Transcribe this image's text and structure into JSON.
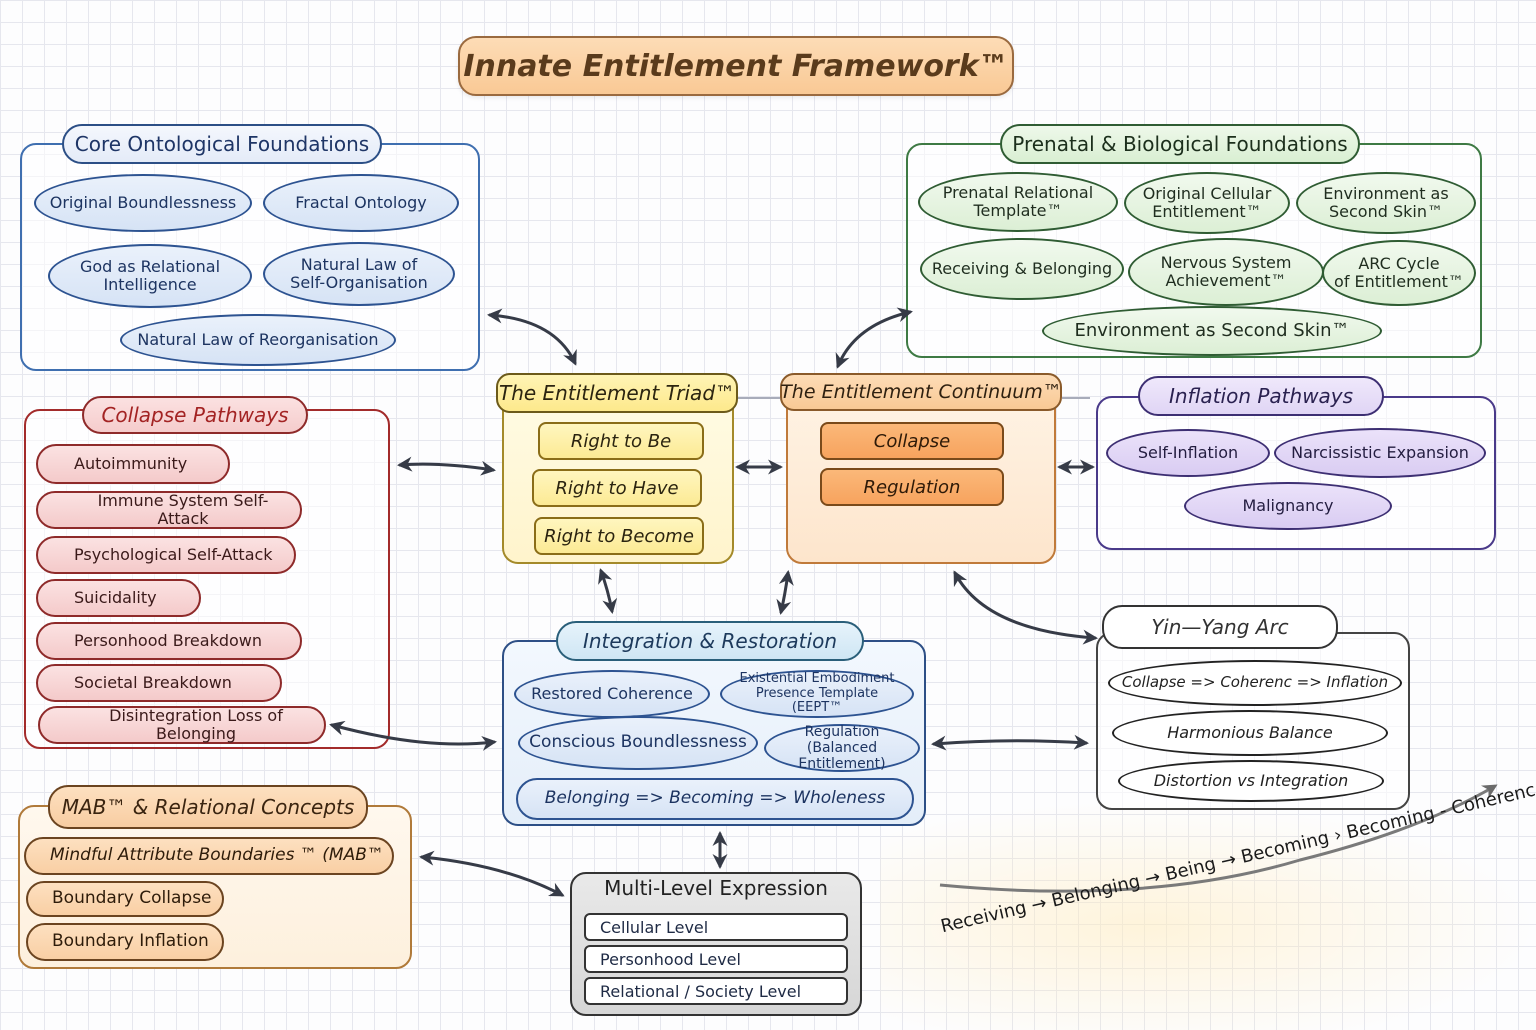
{
  "title": "Innate Entitlement Framework™",
  "core": {
    "header": "Core Ontological Foundations",
    "items": [
      "Original Boundlessness",
      "Fractal Ontology",
      "God as Relational\nIntelligence",
      "Natural Law of\nSelf-Organisation",
      "Natural Law of Reorganisation"
    ]
  },
  "prenatal": {
    "header": "Prenatal & Biological Foundations",
    "items": [
      "Prenatal Relational\nTemplate™",
      "Original Cellular\nEntitlement™",
      "Environment as\nSecond Skin™",
      "Receiving & Belonging",
      "Nervous System\nAchievement™",
      "ARC Cycle\nof Entitlement™",
      "Environment as Second Skin™"
    ]
  },
  "collapse": {
    "header": "Collapse Pathways",
    "items": [
      "Autoimmunity",
      "Immune System Self-Attack",
      "Psychological Self-Attack",
      "Suicidality",
      "Personhood Breakdown",
      "Societal Breakdown",
      "Disintegration Loss of Belonging"
    ]
  },
  "triad": {
    "header": "The Entitlement Triad™",
    "items": [
      "Right to Be",
      "Right to Have",
      "Right to Become"
    ]
  },
  "continuum": {
    "header": "The Entitlement Continuum™",
    "items": [
      "Collapse",
      "Regulation"
    ]
  },
  "inflation": {
    "header": "Inflation Pathways",
    "items": [
      "Self-Inflation",
      "Narcissistic Expansion",
      "Malignancy"
    ]
  },
  "integration": {
    "header": "Integration & Restoration",
    "items": [
      "Restored Coherence",
      "Existential Embodiment\nPresence Template (EEPT™",
      "Conscious Boundlessness",
      "Regulation (Balanced\nEntitlement)",
      "Belonging => Becoming => Wholeness"
    ]
  },
  "yinyang": {
    "header": "Yin—Yang Arc",
    "items": [
      "Collapse => Coherenc => Inflation",
      "Harmonious Balance",
      "Distortion vs Integration"
    ]
  },
  "mab": {
    "header": "MAB™ & Relational Concepts",
    "items": [
      "Mindful Attribute Boundaries ™ (MAB™",
      "Boundary Collapse",
      "Boundary Inflation"
    ]
  },
  "multilevel": {
    "header": "Multi-Level Expression",
    "items": [
      "Cellular Level",
      "Personhood Level",
      "Relational / Society Level"
    ]
  },
  "progression": {
    "text": "Receiving → Belonging → Being → Becoming › Becoming - Coherence"
  },
  "colors": {
    "arrow": "#363b47",
    "progression_arrow": "#6b6b6b"
  }
}
